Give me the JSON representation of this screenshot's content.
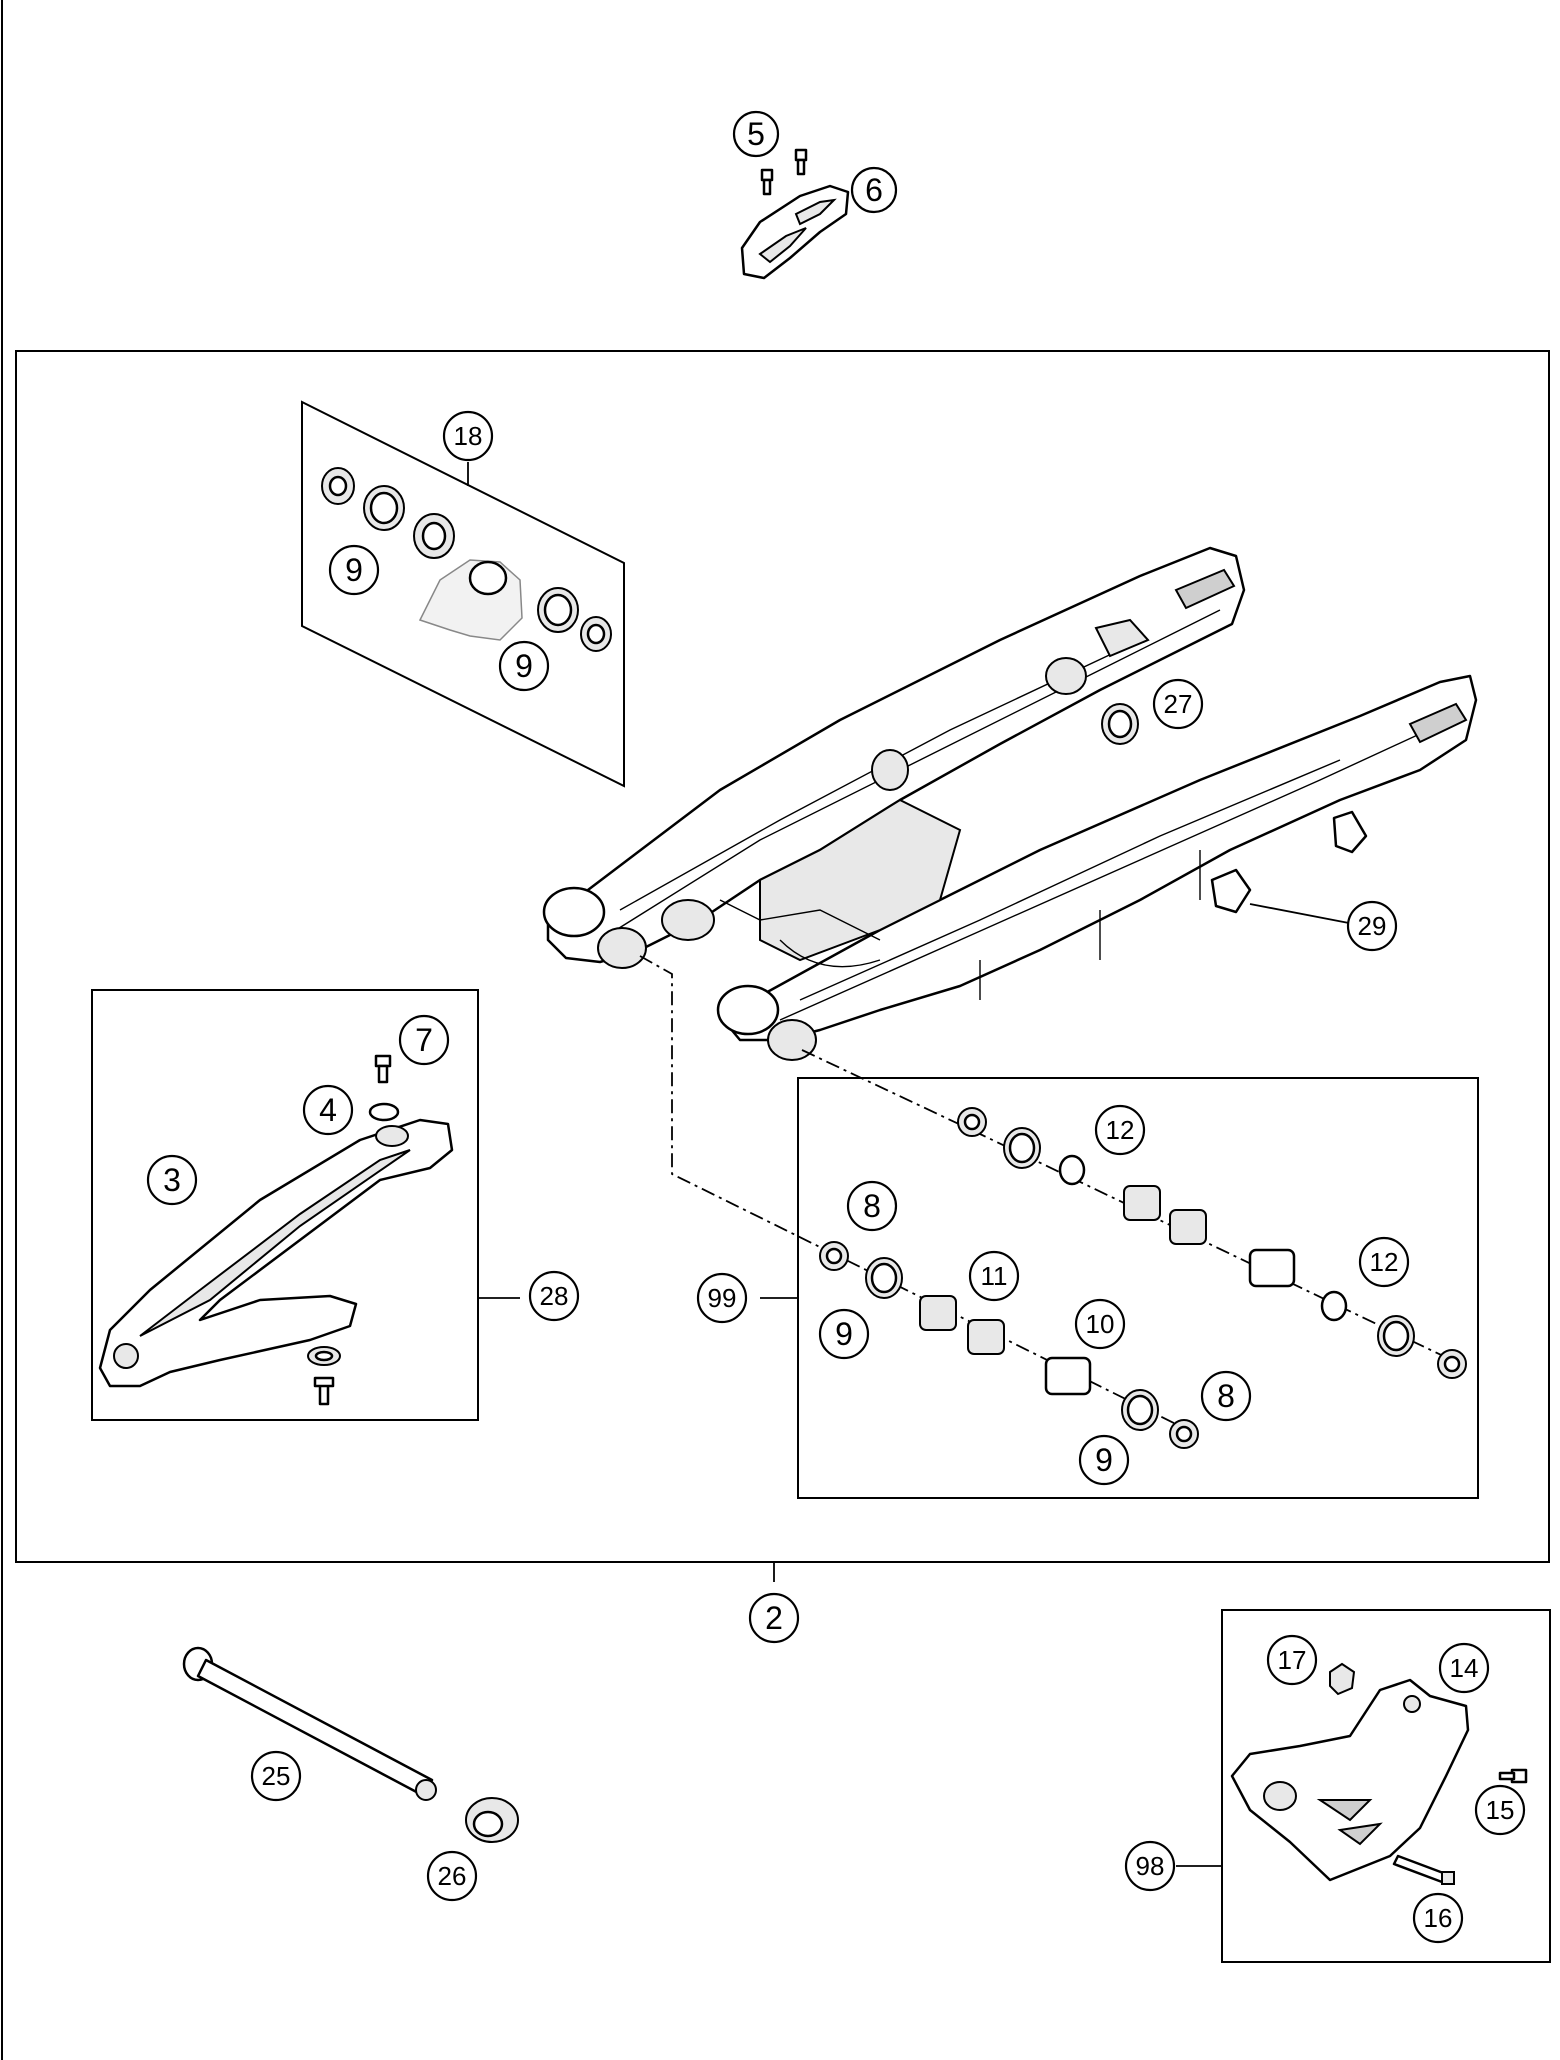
{
  "labels": {
    "p2": "2",
    "p3": "3",
    "p4": "4",
    "p5": "5",
    "p6": "6",
    "p7": "7",
    "p8a": "8",
    "p8b": "8",
    "p9a": "9",
    "p9b": "9",
    "p9c": "9",
    "p9d": "9",
    "p10": "10",
    "p11": "11",
    "p12a": "12",
    "p12b": "12",
    "p14": "14",
    "p15": "15",
    "p16": "16",
    "p17": "17",
    "p18": "18",
    "p25": "25",
    "p26": "26",
    "p27": "27",
    "p28": "28",
    "p29": "29",
    "p98": "98",
    "p99": "99"
  }
}
